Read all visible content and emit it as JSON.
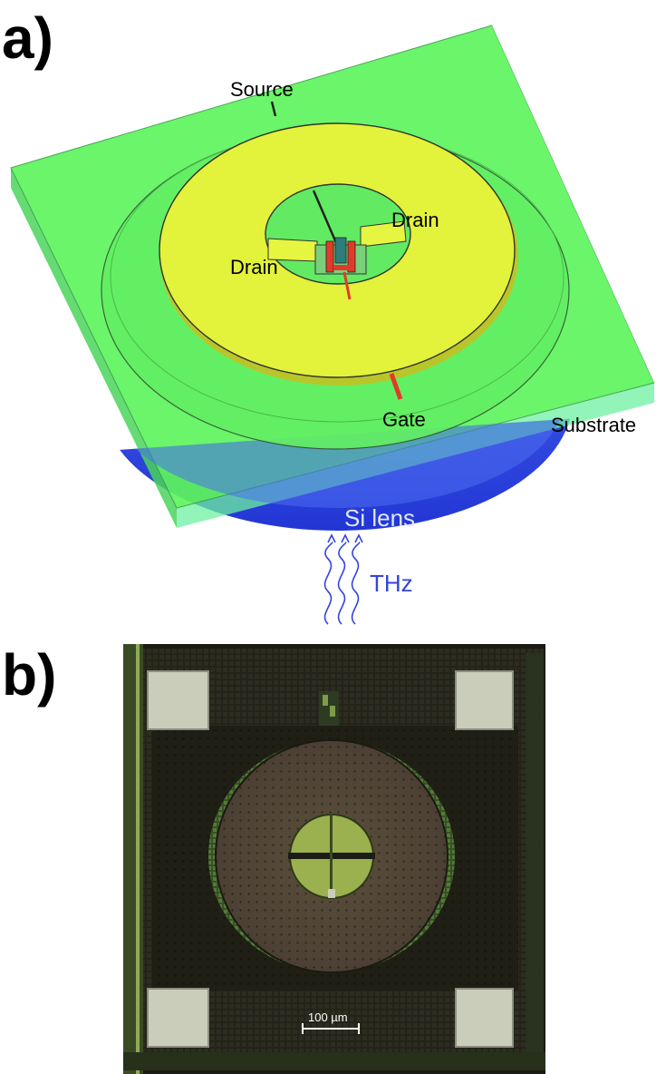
{
  "panels": {
    "a": {
      "label": "a)"
    },
    "b": {
      "label": "b)"
    }
  },
  "diagram": {
    "labels": {
      "source": "Source",
      "drain_left": "Drain",
      "drain_right": "Drain",
      "gate": "Gate",
      "substrate": "Substrate",
      "si_lens": "Si lens",
      "thz": "THz"
    }
  },
  "micrograph": {
    "scale_bar": "100 µm"
  },
  "colors": {
    "substrate": "#5ef55e",
    "antenna": "#e3f23a",
    "lens": "#3b57ea",
    "lead": "#e23a2a",
    "thz_waves": "#3344dd",
    "chip_bg": "#1e1e16",
    "pad": "#c9cdb9",
    "disc": "#55493a",
    "center": "#9bb04e"
  }
}
